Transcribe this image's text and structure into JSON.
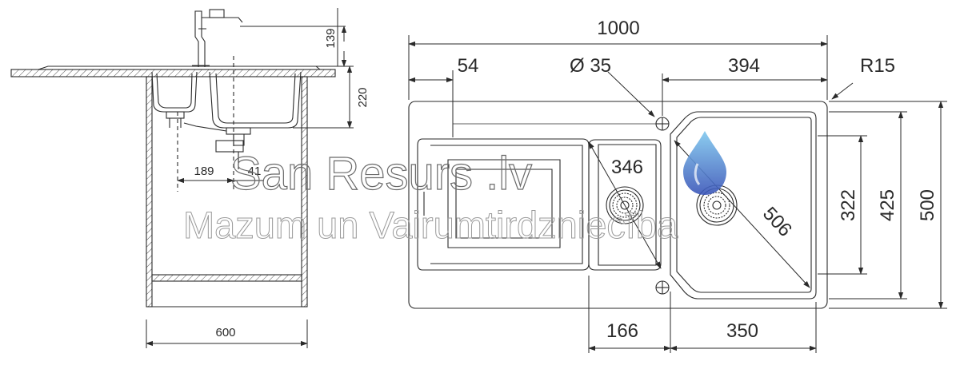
{
  "side_view": {
    "dims": {
      "faucet_height": "139",
      "bowl_depth": "220",
      "drain_offset": "189",
      "drain_spacing": "41",
      "cabinet_width": "600"
    }
  },
  "top_view": {
    "dims": {
      "overall_length": "1000",
      "drainboard_offset": "54",
      "tap_hole": "Ø 35",
      "bowl_offset": "394",
      "corner_radius": "R15",
      "small_bowl_width": "346",
      "bowl_diagonal": "506",
      "bowl_inner_height": "322",
      "bowl_height": "425",
      "overall_width": "500",
      "small_bowl_length": "166",
      "main_bowl_length": "350"
    }
  },
  "watermark": {
    "brand": "San Resurs .lv",
    "tagline": "Mazum un Vairumtirdzniecība"
  },
  "colors": {
    "line": "#2a2a2a",
    "hatch": "#555555",
    "drop_top": "#7fc8ee",
    "drop_bottom": "#3a55b8"
  }
}
